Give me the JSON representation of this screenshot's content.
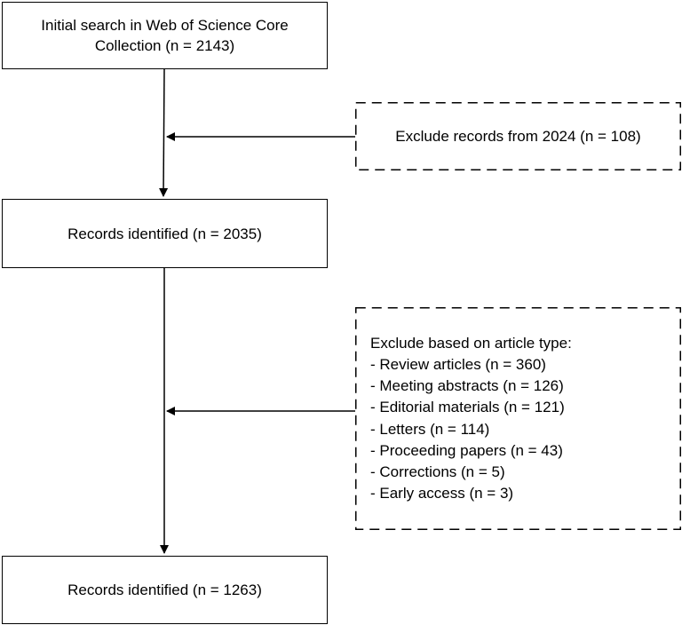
{
  "nodes": {
    "initial_search": {
      "line1": "Initial search in Web of Science Core",
      "line2": "Collection (n = 2143)"
    },
    "exclude_2024": {
      "text": "Exclude records from 2024 (n = 108)"
    },
    "records_identified_1": {
      "text": "Records identified (n = 2035)"
    },
    "exclude_article_type": {
      "heading": "Exclude based on article type:",
      "items": [
        "- Review articles (n = 360)",
        "- Meeting abstracts (n = 126)",
        "- Editorial materials (n = 121)",
        "- Letters (n = 114)",
        "- Proceeding papers (n = 43)",
        "- Corrections (n = 5)",
        "- Early access (n = 3)"
      ]
    },
    "records_identified_2": {
      "text": "Records identified (n = 1263)"
    }
  },
  "colors": {
    "stroke": "#000000",
    "background": "#ffffff"
  }
}
